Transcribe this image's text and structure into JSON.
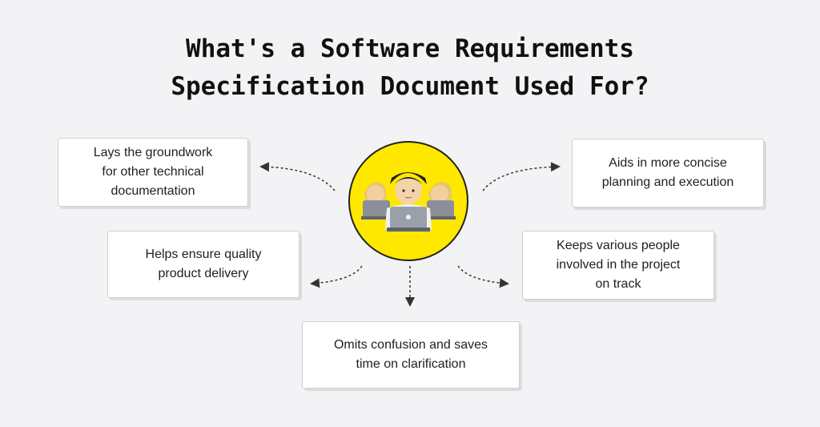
{
  "title": {
    "line1": "What's a Software Requirements",
    "line2": "Specification Document Used For?"
  },
  "boxes": {
    "top_left": {
      "line1": "Lays the groundwork",
      "line2": "for other technical",
      "line3": "documentation"
    },
    "mid_left": {
      "line1": "Helps ensure quality",
      "line2": "product delivery"
    },
    "top_right": {
      "line1": "Aids in more concise",
      "line2": "planning and execution"
    },
    "mid_right": {
      "line1": "Keeps various people",
      "line2": "involved in the project",
      "line3": "on track"
    },
    "bottom": {
      "line1": "Omits confusion and saves",
      "line2": "time on clarification"
    }
  },
  "hub": {
    "icon": "people-with-laptops-icon",
    "color": "#ffe800"
  },
  "colors": {
    "background": "#f3f3f5",
    "text": "#111111",
    "arrow": "#333333"
  }
}
